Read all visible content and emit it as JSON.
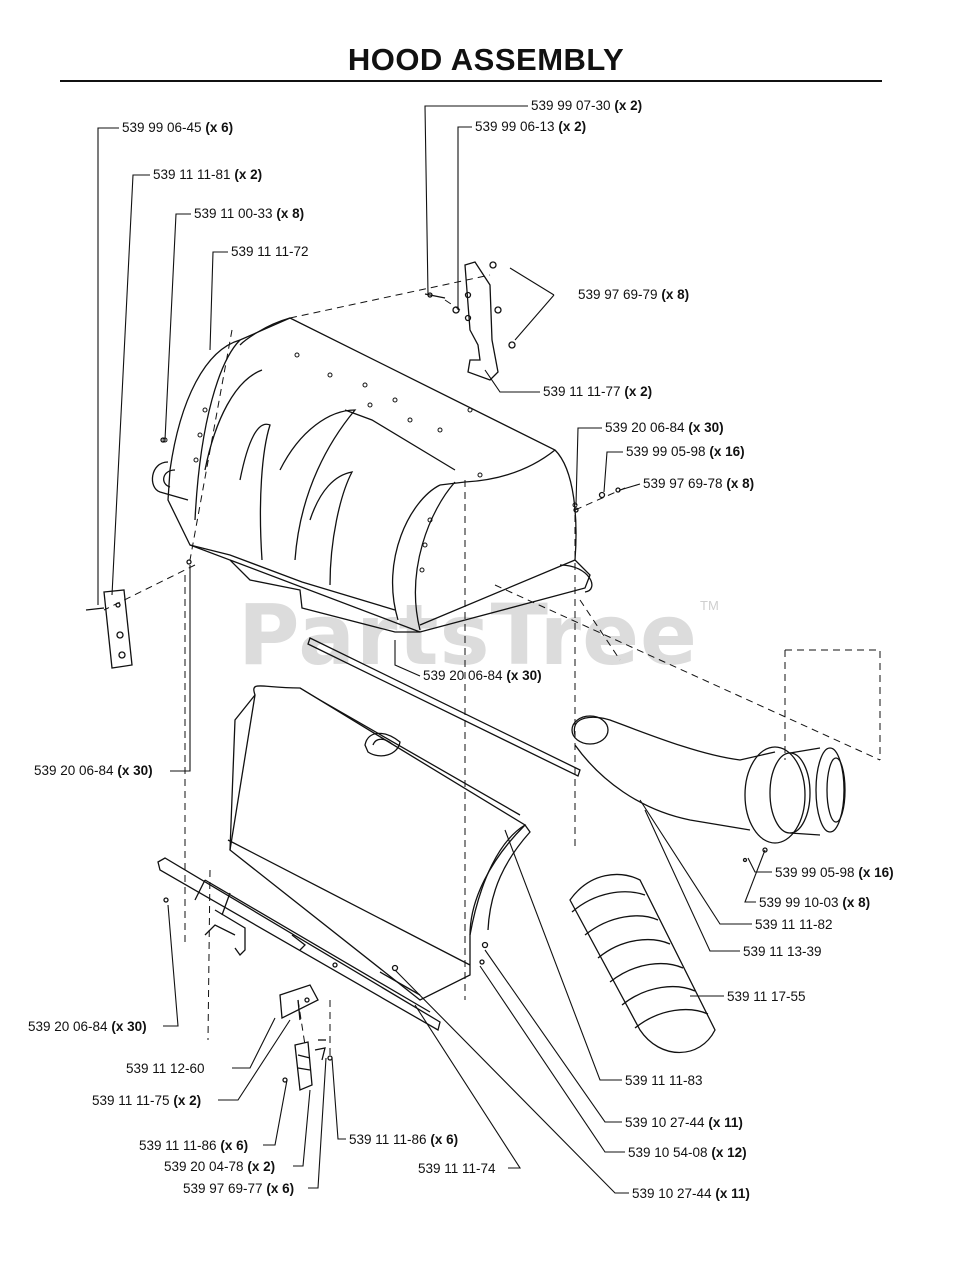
{
  "title": "HOOD ASSEMBLY",
  "watermark": "PartsTree",
  "watermark_tm": "TM",
  "labels": [
    {
      "part": "539 99 06-45",
      "qty": "(x 6)"
    },
    {
      "part": "539 11 11-81",
      "qty": "(x 2)"
    },
    {
      "part": "539 11 00-33",
      "qty": "(x 8)"
    },
    {
      "part": "539 11 11-72",
      "qty": ""
    },
    {
      "part": "539 99 07-30",
      "qty": "(x 2)"
    },
    {
      "part": "539 99 06-13",
      "qty": "(x 2)"
    },
    {
      "part": "539 97 69-79",
      "qty": "(x 8)"
    },
    {
      "part": "539 11 11-77",
      "qty": "(x 2)"
    },
    {
      "part": "539 20 06-84",
      "qty": "(x 30)"
    },
    {
      "part": "539 99 05-98",
      "qty": "(x 16)"
    },
    {
      "part": "539 97 69-78",
      "qty": "(x 8)"
    },
    {
      "part": "539 20 06-84",
      "qty": "(x 30)"
    },
    {
      "part": "539 20 06-84",
      "qty": "(x 30)"
    },
    {
      "part": "539 99 05-98",
      "qty": "(x 16)"
    },
    {
      "part": "539 99 10-03",
      "qty": "(x 8)"
    },
    {
      "part": "539 11 11-82",
      "qty": ""
    },
    {
      "part": "539 11 13-39",
      "qty": ""
    },
    {
      "part": "539 11 17-55",
      "qty": ""
    },
    {
      "part": "539 20 06-84",
      "qty": "(x 30)"
    },
    {
      "part": "539 11 12-60",
      "qty": ""
    },
    {
      "part": "539 11 11-75",
      "qty": "(x 2)"
    },
    {
      "part": "539 11 11-83",
      "qty": ""
    },
    {
      "part": "539 10 27-44",
      "qty": "(x 11)"
    },
    {
      "part": "539 11 11-86",
      "qty": "(x 6)"
    },
    {
      "part": "539 11 11-86",
      "qty": "(x 6)"
    },
    {
      "part": "539 10 54-08",
      "qty": "(x 12)"
    },
    {
      "part": "539 20 04-78",
      "qty": "(x 2)"
    },
    {
      "part": "539 11 11-74",
      "qty": ""
    },
    {
      "part": "539 97 69-77",
      "qty": "(x 6)"
    },
    {
      "part": "539 10 27-44",
      "qty": "(x 11)"
    }
  ]
}
